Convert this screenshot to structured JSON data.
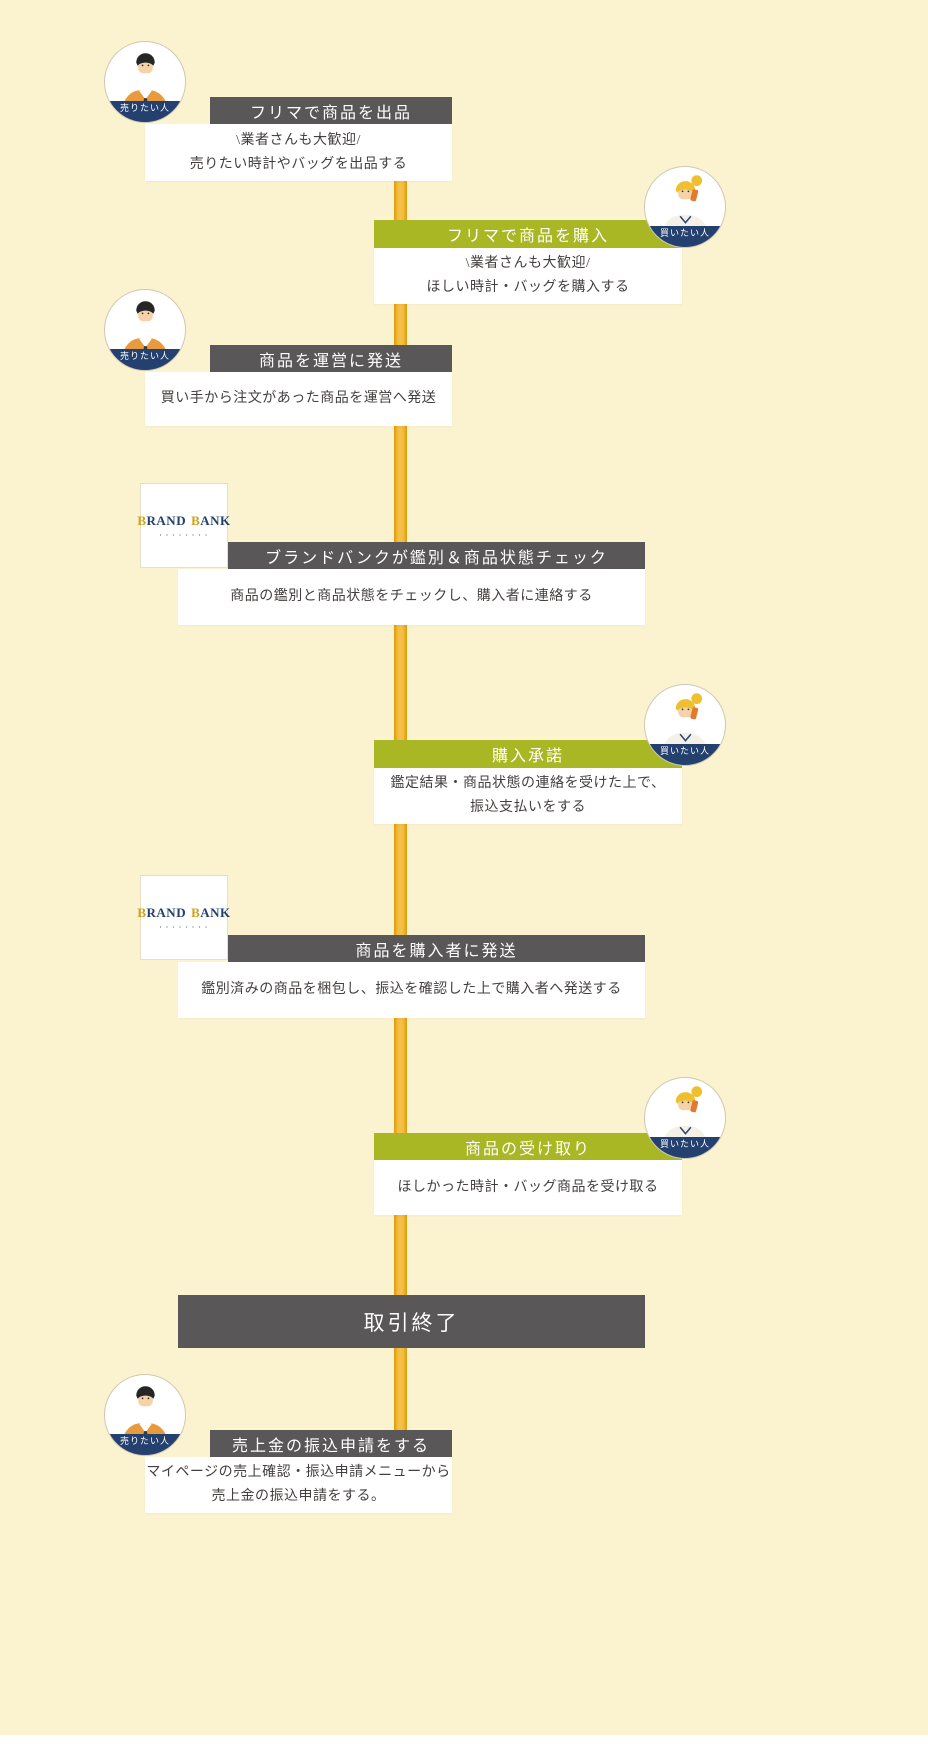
{
  "colors": {
    "background": "#FBF2D0",
    "flow_line": "#EBA81A",
    "dark_bar": "#595757",
    "green_bar": "#A9B724",
    "navy_band": "#24406E"
  },
  "actors": {
    "seller": "売りたい人",
    "buyer": "買いたい人"
  },
  "logo": {
    "part1_initial": "B",
    "part1_rest": "RAND",
    "part2_initial": "B",
    "part2_rest": "ANK",
    "tagline": "・・・・・・・・"
  },
  "steps": [
    {
      "title": "フリマで商品を出品",
      "desc1": "\\業者さんも大歓迎/",
      "desc2": "売りたい時計やバッグを出品する"
    },
    {
      "title": "フリマで商品を購入",
      "desc1": "\\業者さんも大歓迎/",
      "desc2": "ほしい時計・バッグを購入する"
    },
    {
      "title": "商品を運営に発送",
      "desc1": "買い手から注文があった商品を運営へ発送"
    },
    {
      "title": "ブランドバンクが鑑別＆商品状態チェック",
      "desc1": "商品の鑑別と商品状態をチェックし、購入者に連絡する"
    },
    {
      "title": "購入承諾",
      "desc1": "鑑定結果・商品状態の連絡を受けた上で、",
      "desc2": "振込支払いをする"
    },
    {
      "title": "商品を購入者に発送",
      "desc1": "鑑別済みの商品を梱包し、振込を確認した上で購入者へ発送する"
    },
    {
      "title": "商品の受け取り",
      "desc1": "ほしかった時計・バッグ商品を受け取る"
    },
    {
      "title": "取引終了"
    },
    {
      "title": "売上金の振込申請をする",
      "desc1": "マイページの売上確認・振込申請メニューから",
      "desc2": "売上金の振込申請をする。"
    }
  ]
}
